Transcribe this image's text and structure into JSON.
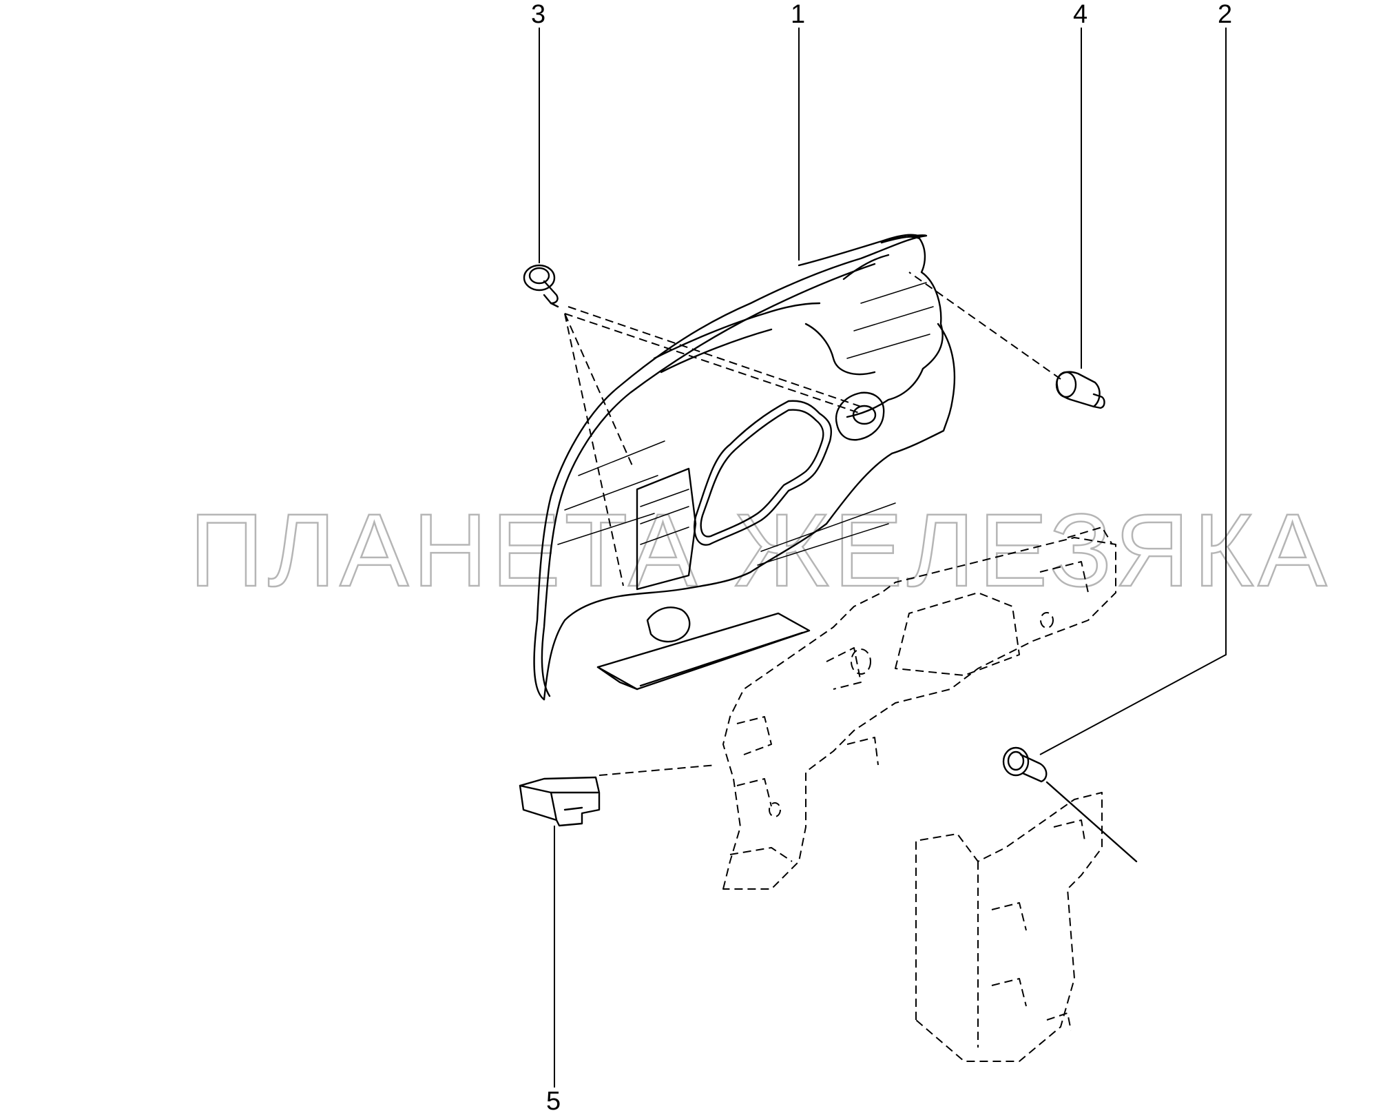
{
  "diagram": {
    "callouts": [
      {
        "id": "1",
        "label": "1"
      },
      {
        "id": "2",
        "label": "2"
      },
      {
        "id": "3",
        "label": "3"
      },
      {
        "id": "4",
        "label": "4"
      },
      {
        "id": "5",
        "label": "5"
      }
    ],
    "watermark": "ПЛАНЕТА ЖЕЛЕЗЯКА",
    "colors": {
      "line": "#000000",
      "watermark": "#b5b5b5",
      "background": "#ffffff"
    }
  }
}
